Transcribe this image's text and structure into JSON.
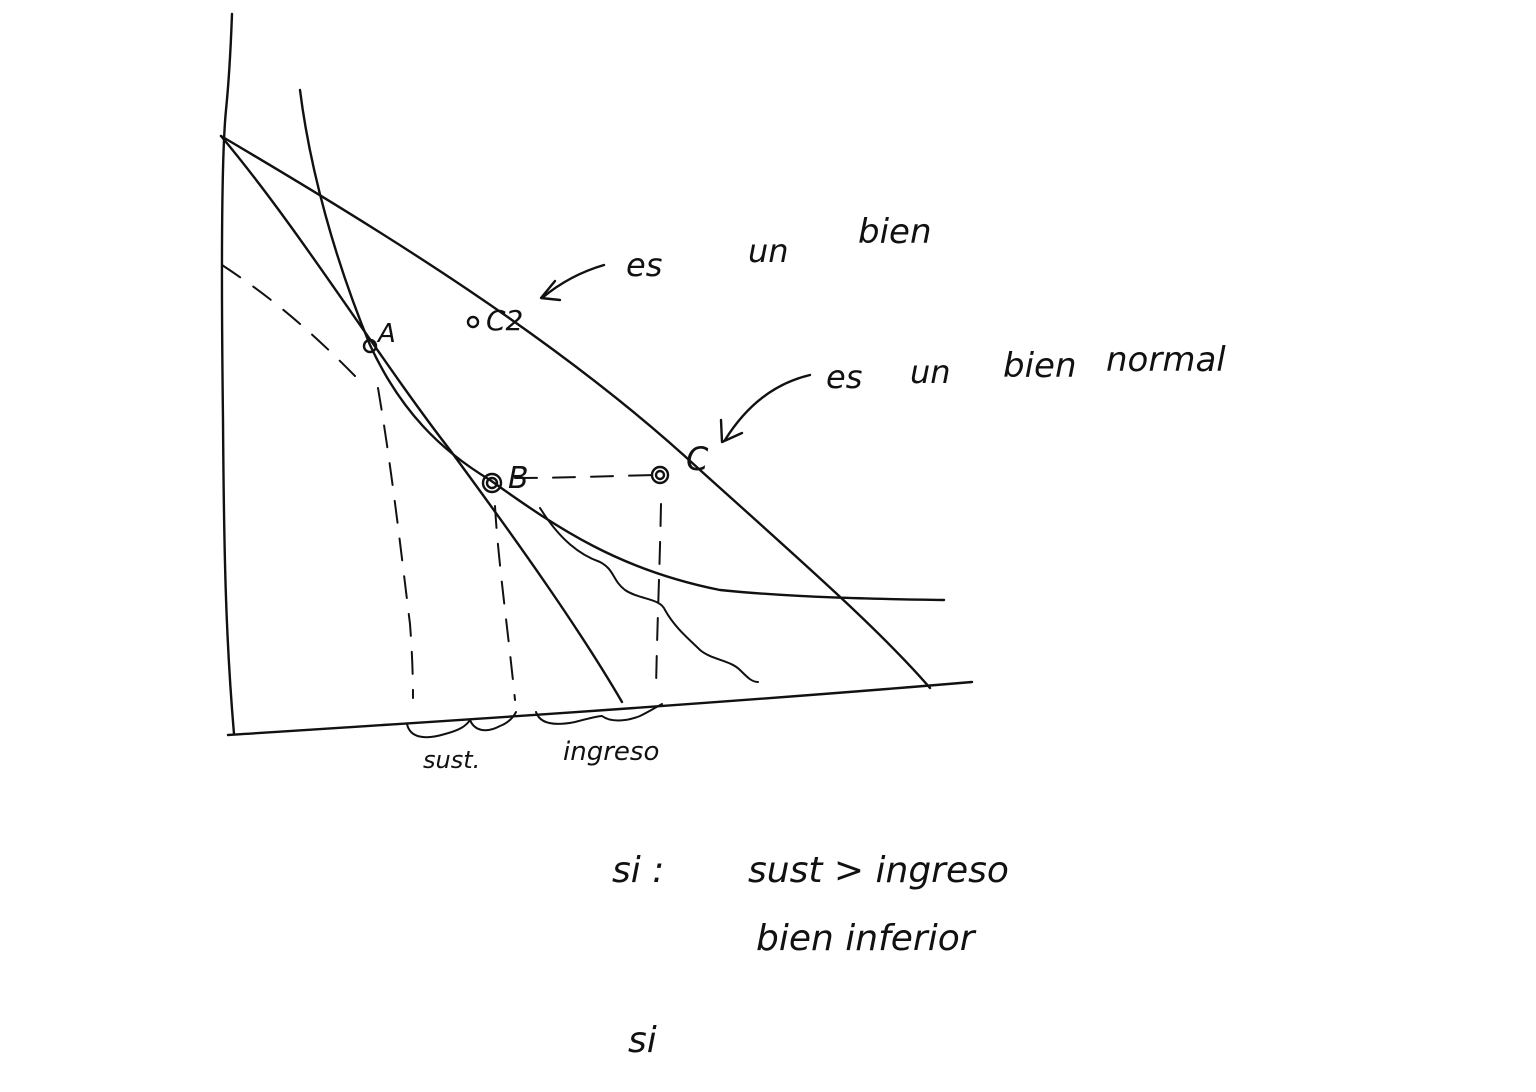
{
  "points": {
    "a": "A",
    "b": "B",
    "c": "C",
    "c2": "C2"
  },
  "annotations": {
    "note_c2_es": "es",
    "note_c2_un": "un",
    "note_c2_bien": "bien",
    "note_c_es": "es",
    "note_c_un": "un",
    "note_c_bien": "bien",
    "note_c_normal": "normal",
    "brace_sust": "sust.",
    "brace_ingreso": "ingreso"
  },
  "notes": {
    "line1_si": "si :",
    "line1_cond": "sust > ingreso",
    "line2": "bien  inferior",
    "line3": "si"
  }
}
